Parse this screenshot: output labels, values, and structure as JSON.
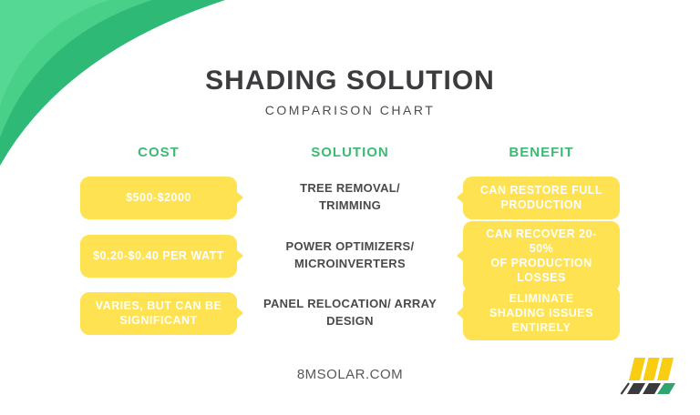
{
  "header": {
    "title": "SHADING SOLUTION",
    "subtitle": "COMPARISON CHART"
  },
  "columns": [
    {
      "label": "COST"
    },
    {
      "label": "SOLUTION"
    },
    {
      "label": "BENEFIT"
    }
  ],
  "rows": [
    {
      "cost": "$500-$2000",
      "solution": "TREE REMOVAL/\nTRIMMING",
      "benefit": "CAN RESTORE FULL\nPRODUCTION"
    },
    {
      "cost": "$0.20-$0.40 PER WATT",
      "solution": "POWER OPTIMIZERS/\nMICROINVERTERS",
      "benefit": "CAN RECOVER 20-50%\nOF PRODUCTION\nLOSSES"
    },
    {
      "cost": "VARIES, BUT CAN BE\nSIGNIFICANT",
      "solution": "PANEL RELOCATION/ ARRAY\nDESIGN",
      "benefit": "ELIMINATE\nSHADING ISSUES\nENTIRELY"
    }
  ],
  "footer": {
    "website": "8MSOLAR.COM",
    "logo_icon": "solar-panels-logo"
  },
  "colors": {
    "accent_green": "#3CBA73",
    "badge_yellow": "#FEE251",
    "badge_text": "#FFFFFF",
    "title_text": "#3C3C3E",
    "body_text": "#4A4A4C",
    "footer_text": "#58585A",
    "corner_light_green": "#55D894",
    "corner_mid_green": "#48CF88",
    "corner_dark_green": "#2FB976",
    "logo_yellow": "#F9CD12",
    "logo_dark": "#3B3B3B",
    "logo_green": "#2EA46E"
  }
}
